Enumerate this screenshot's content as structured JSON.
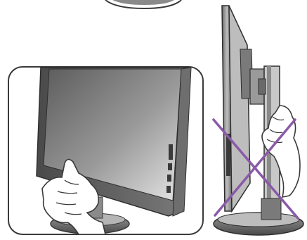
{
  "illustration": {
    "top_fragment": "partial-stand-base",
    "left_panel": "correct-tilt-hold-panel-with-hand",
    "right_panel": "incorrect-hold-stand-side-view",
    "prohibited_mark_color": "#8a5aa8",
    "line_color": "#3a3a3a",
    "gray_dark": "#5a5a5a",
    "gray_mid": "#9a9a9a",
    "gray_light": "#d6d6d6"
  }
}
